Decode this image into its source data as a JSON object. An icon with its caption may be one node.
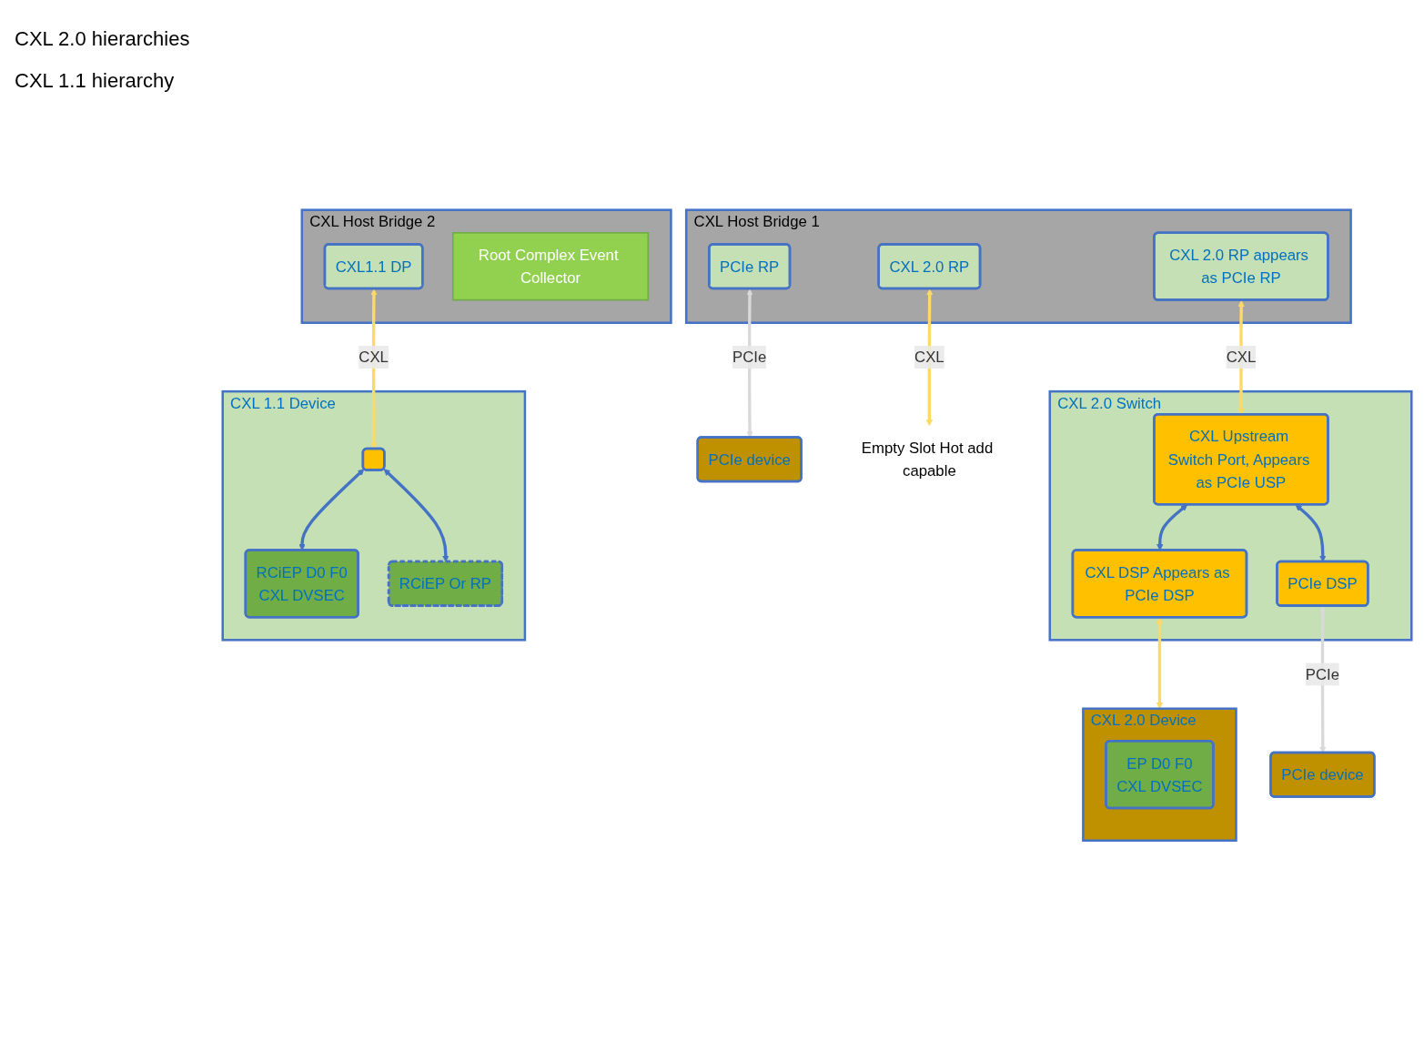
{
  "diagram": {
    "nodes": [
      {
        "text": [
          "CXL Host Bridge 1"
        ]
      },
      {
        "text": [
          "PCIe RP"
        ],
        "in": 0
      },
      {
        "text": [
          "CXL 2.0 RP"
        ],
        "in": 0
      },
      {
        "text": [
          "CXL 2.0 RP appears as PCIe RP"
        ],
        "in": 0
      },
      {
        "text": [
          "CXL Host Bridge 2"
        ]
      },
      {
        "text": [
          "CXL1.1 DP"
        ],
        "in": 4
      },
      {
        "text": [
          "Root Complex Event Collector"
        ],
        "in": 4
      },
      {
        "text": [
          "PCIe device"
        ]
      },
      {
        "text": [
          "Empty Slot Hot add capable"
        ]
      },
      {
        "text": [
          "CXL 2.0 Switch"
        ]
      },
      {
        "text": [
          "CXL Upstream Switch Port, Appears as PCIe USP"
        ],
        "in": 9
      },
      {
        "text": [
          "CXL DSP Appears as PCIe DSP"
        ],
        "in": 9
      },
      {
        "text": [
          "PCIe DSP"
        ],
        "in": 9
      },
      {
        "text": [
          "CXL 2.0 Device"
        ]
      },
      {
        "text": [
          "EP D0 F0",
          "CXL DVSEC"
        ],
        "in": 13
      },
      {
        "text": [
          "PCIe device"
        ]
      },
      {
        "text": [
          "CXL 1.1 Device"
        ]
      },
      {
        "text": [],
        "shape": "bar",
        "in": 16
      },
      {
        "text": [
          "RCiEP D0 F0",
          "CXL DVSEC"
        ],
        "in": 16
      },
      {
        "text": [
          "RCiEP Or RP"
        ],
        "in": 16
      }
    ],
    "edges": [
      {
        "from": 1,
        "to": 7,
        "arrow": "both",
        "label": "PCIe",
        "color": "#d9d9d9"
      },
      {
        "from": 2,
        "to": 8,
        "arrow": "both",
        "label": "CXL",
        "color": "#ffd966"
      },
      {
        "from": 3,
        "to": 10,
        "arrow": "both",
        "label": "CXL",
        "color": "#ffd966"
      },
      {
        "from": 5,
        "to": 17,
        "arrow": "both",
        "label": "CXL",
        "color": "#ffd966"
      },
      {
        "from": 10,
        "to": 11,
        "arrow": "both",
        "color": "#4472c4"
      },
      {
        "from": 10,
        "to": 12,
        "arrow": "both",
        "color": "#4472c4"
      },
      {
        "from": 11,
        "to": 13,
        "arrow": "both",
        "color": "#ffd966"
      },
      {
        "from": 12,
        "to": 15,
        "arrow": "both",
        "label": "PCIe",
        "color": "#d9d9d9"
      },
      {
        "from": 17,
        "to": 18,
        "arrow": "both",
        "color": "#4472c4"
      },
      {
        "from": 17,
        "to": 19,
        "arrow": "both",
        "color": "#4472c4"
      }
    ],
    "labels": [
      "CXL 2.0 hierarchies",
      "CXL 1.1 hierarchy"
    ]
  }
}
